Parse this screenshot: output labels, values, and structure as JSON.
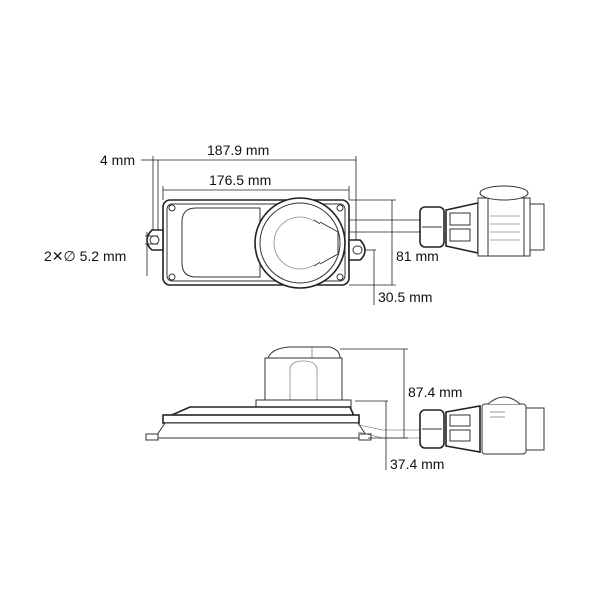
{
  "top_view": {
    "dimensions": {
      "overall_width": "187.9 mm",
      "body_width": "176.5 mm",
      "ear_offset": "4 mm",
      "mount_holes": "2✕∅ 5.2 mm",
      "height": "81 mm",
      "hole_offset": "30.5 mm"
    }
  },
  "side_view": {
    "dimensions": {
      "total_height": "87.4 mm",
      "body_height": "37.4 mm"
    }
  },
  "colors": {
    "line": "#222222",
    "background": "#ffffff"
  }
}
